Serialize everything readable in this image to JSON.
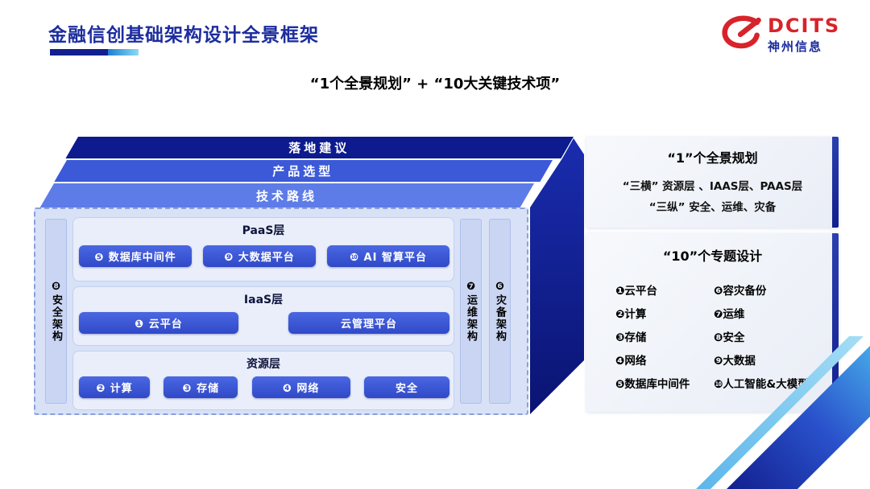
{
  "page": {
    "title": "金融信创基础架构设计全景框架",
    "subtitle": "“1个全景规划” + “10大关键技术项”"
  },
  "logo": {
    "brand": "DCITS",
    "company": "神州信息"
  },
  "diagram": {
    "top_bars": [
      {
        "label": "落地建议"
      },
      {
        "label": "产品选型"
      },
      {
        "label": "技术路线"
      }
    ],
    "left_bar": {
      "label": "❽安全架构"
    },
    "right_bars": [
      {
        "label": "❼运维架构"
      },
      {
        "label": "❻灾备架构"
      }
    ],
    "sections": [
      {
        "title": "PaaS层",
        "buttons": [
          "❺ 数据库中间件",
          "❾ 大数据平台",
          "❿ AI 智算平台"
        ]
      },
      {
        "title": "IaaS层",
        "buttons": [
          "❶ 云平台",
          "云管理平台"
        ]
      },
      {
        "title": "资源层",
        "buttons": [
          "❷ 计算",
          "❸ 存储",
          "❹ 网络",
          "安全"
        ]
      }
    ]
  },
  "right_panels": [
    {
      "title": "“1”个全景规划",
      "lines": [
        "“三横” 资源层 、IAAS层、PAAS层",
        "“三纵” 安全、运维、灾备"
      ]
    },
    {
      "title": "“10”个专题设计",
      "left_items": [
        "❶云平台",
        "❷计算",
        "❸存储",
        "❹网络",
        "❺数据库中间件"
      ],
      "right_items": [
        "❻容灾备份",
        "❼运维",
        "❽安全",
        "❾大数据",
        "❿人工智能&大模型"
      ]
    }
  ],
  "colors": {
    "title_blue": "#1c2d9e",
    "bar_dark": "#0d1b8e",
    "bar_mid": "#3c59d8",
    "bar_light": "#5d7ce8",
    "button_blue": "#3a55d4",
    "panel_bg": "#d8e1f6",
    "logo_red": "#d8232a"
  }
}
